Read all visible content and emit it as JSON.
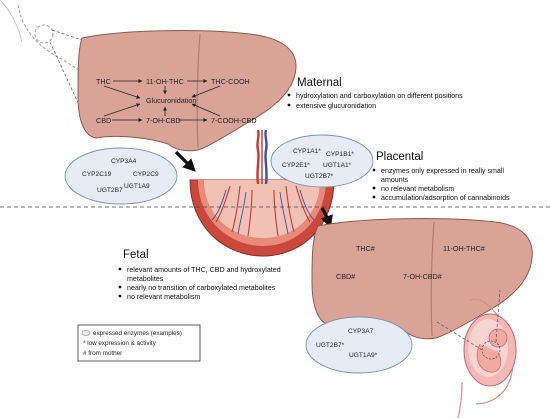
{
  "maternal": {
    "title": "Maternal",
    "bullets": [
      "hydroxylation and carboxylation on different positions",
      "extensive glucuronidation"
    ],
    "metabolites": {
      "thc": "THC",
      "oh_thc": "11-OH-THC",
      "thc_cooh": "THC-COOH",
      "glucuronidation": "Glucuronidation",
      "cbd": "CBD",
      "oh_cbd": "7-OH-CBD",
      "cooh_cbd": "7-COOH-CBD"
    },
    "enzymes": [
      "CYP3A4",
      "CYP2C19",
      "CYP2C9",
      "UGT1A9",
      "UGT2B7"
    ]
  },
  "placental": {
    "title": "Placental",
    "bullets": [
      "enzymes only expressed in really small",
      "amounts",
      "no relevant metabolism",
      "accumulation/adsorption of cannabinoids"
    ],
    "enzymes": [
      "CYP1A1*",
      "CYP1B1*",
      "CYP2E1*",
      "UGT1A1*",
      "UGT2B7*"
    ]
  },
  "fetal": {
    "title": "Fetal",
    "bullets": [
      "relevant amounts of THC, CBD and hydroxylated",
      "metabolites",
      "nearly no transition of carboxylated metabolites",
      "no relevant metabolism"
    ],
    "metabolites": {
      "thc": "THC#",
      "oh_thc": "11-OH-THC#",
      "cbd": "CBD#",
      "oh_cbd": "7-OH-CBD#"
    },
    "enzymes": [
      "CYP3A7",
      "UGT2B7*",
      "UGT1A9*"
    ]
  },
  "legend": {
    "items": [
      "expressed enzymes (examples)",
      "*  low expression & activity",
      "#  from mother"
    ]
  },
  "colors": {
    "liver_fill": "#d9a497",
    "liver_stroke": "#8a5a50",
    "ellipse_fill": "#e6ecf6",
    "ellipse_stroke": "#7a8fb8",
    "placenta_red": "#c0392b",
    "vessel_blue": "#3a4fa8",
    "uterus_pink": "#f4b6b6"
  }
}
